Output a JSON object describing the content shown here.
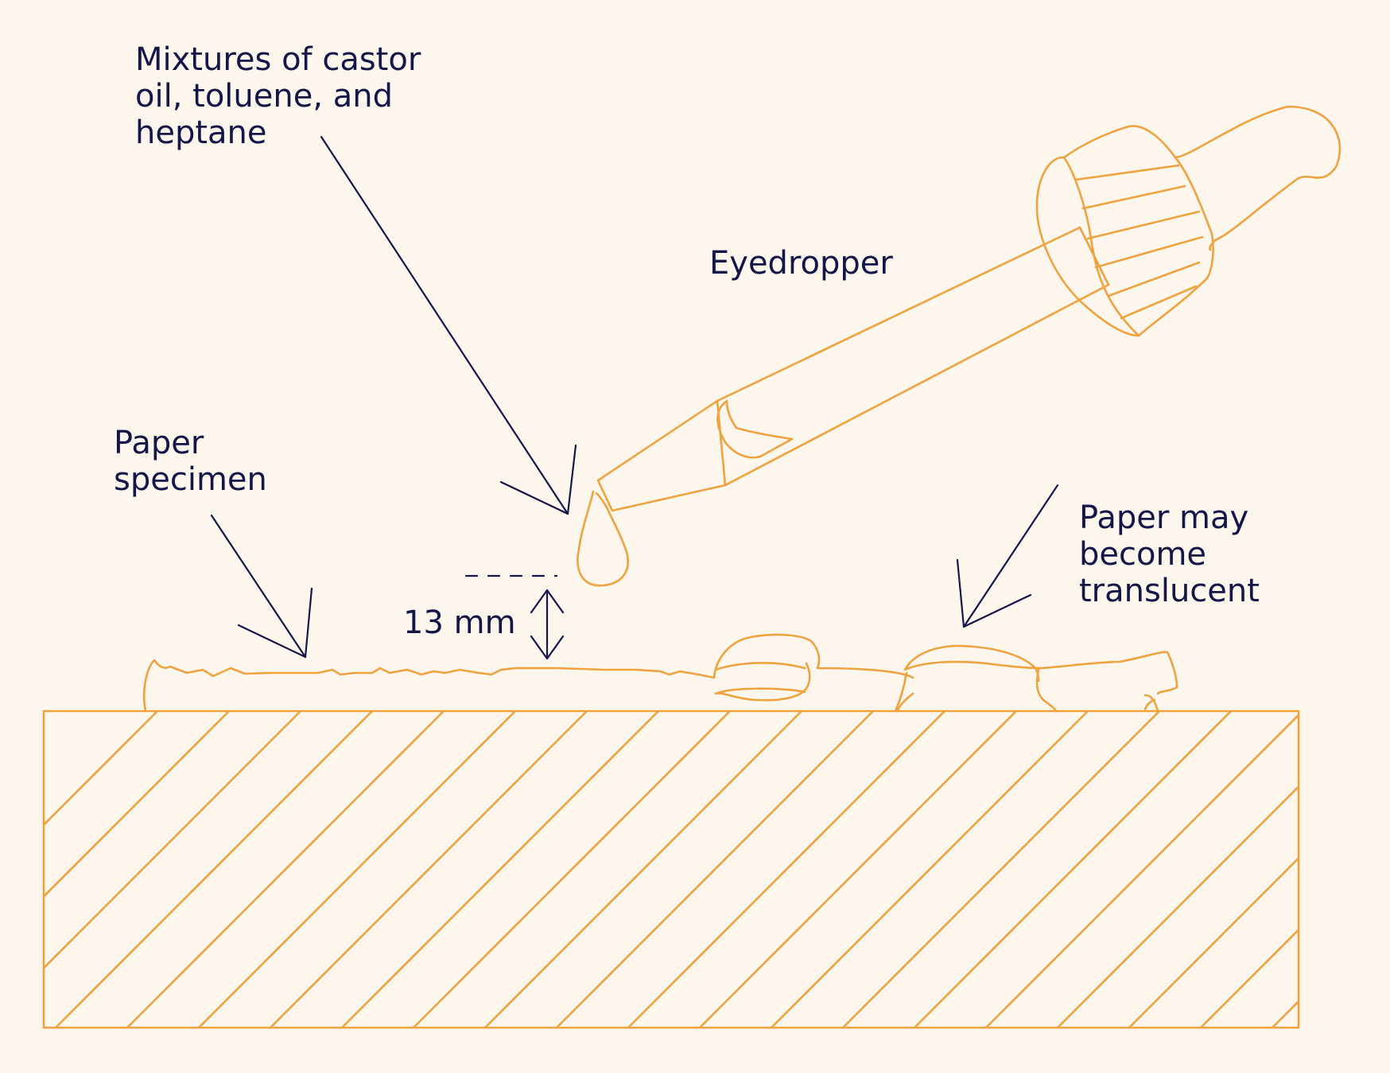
{
  "labels": {
    "mixture": [
      "Mixtures of castor",
      "oil, toluene, and",
      "heptane"
    ],
    "eyedropper": "Eyedropper",
    "paper_specimen": [
      "Paper",
      "specimen"
    ],
    "translucent": [
      "Paper may",
      "become",
      "translucent"
    ],
    "drop_height": "13 mm"
  },
  "colors": {
    "background": "#fdf6ec",
    "drawing": "#f0a23f",
    "text": "#14164a"
  }
}
